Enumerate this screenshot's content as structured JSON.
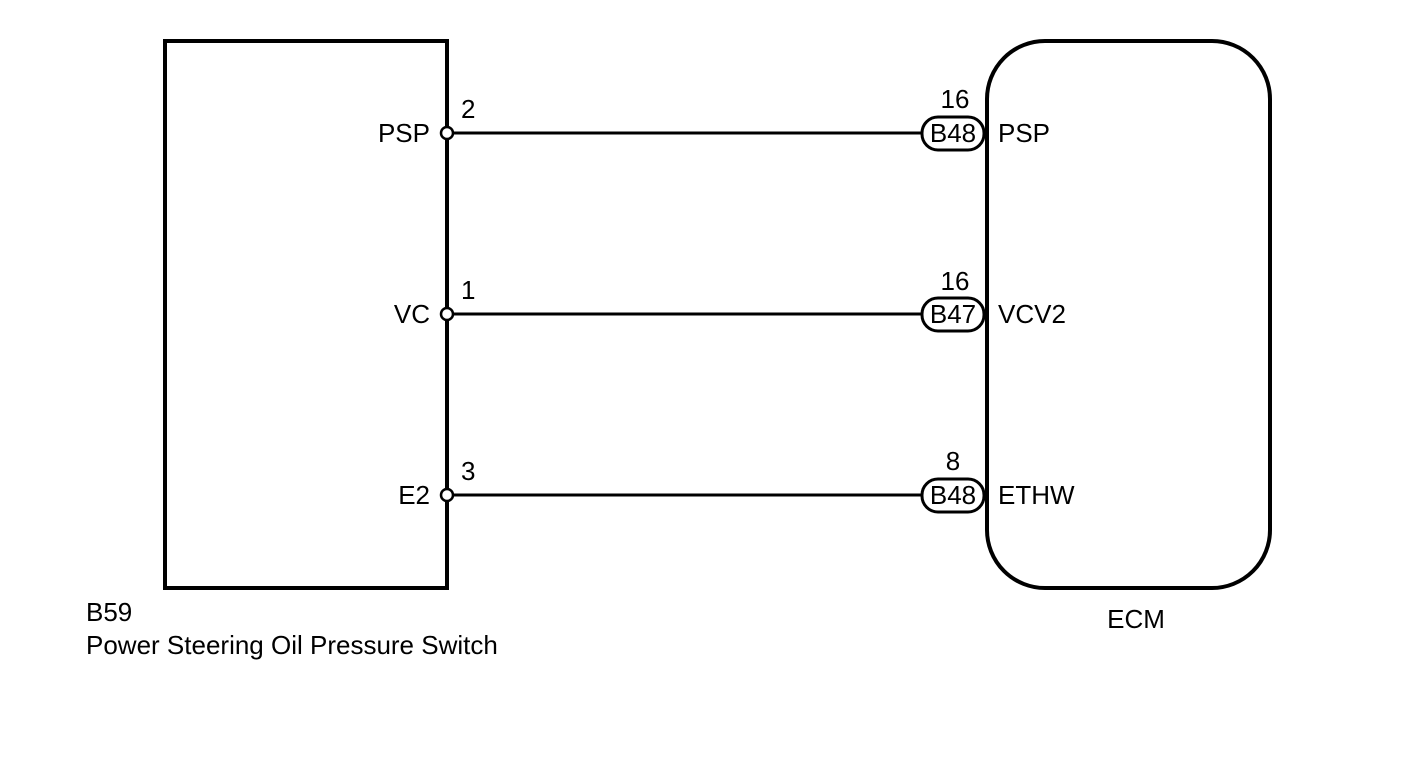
{
  "switch": {
    "id": "B59",
    "name": "Power Steering Oil Pressure Switch"
  },
  "ecm": {
    "name": "ECM"
  },
  "wires": [
    {
      "switch_terminal": "PSP",
      "switch_pin": "2",
      "ecm_connector": "B48",
      "ecm_pin": "16",
      "ecm_terminal": "PSP"
    },
    {
      "switch_terminal": "VC",
      "switch_pin": "1",
      "ecm_connector": "B47",
      "ecm_pin": "16",
      "ecm_terminal": "VCV2"
    },
    {
      "switch_terminal": "E2",
      "switch_pin": "3",
      "ecm_connector": "B48",
      "ecm_pin": "8",
      "ecm_terminal": "ETHW"
    }
  ]
}
